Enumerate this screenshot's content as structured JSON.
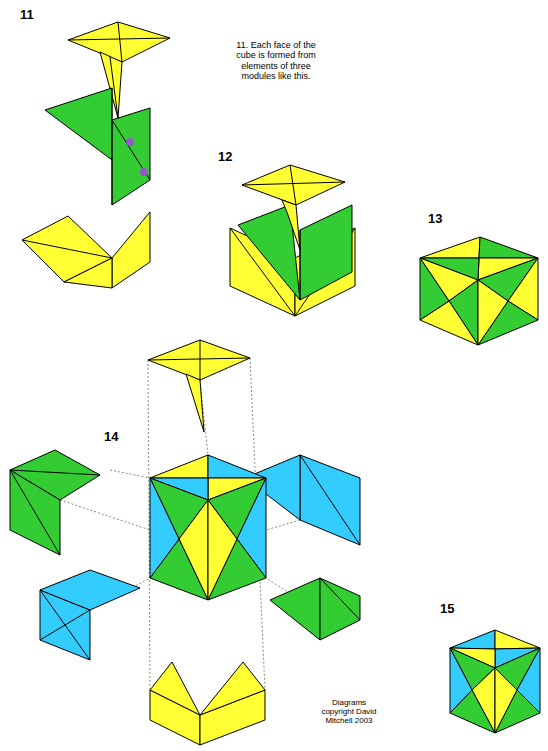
{
  "diagram": {
    "labels": [
      "11",
      "11. Each face of the cube is formed from elements of three modules like this.",
      "12",
      "13",
      "14",
      "15",
      "Diagrams copyright David Mitchell 2003"
    ]
  }
}
